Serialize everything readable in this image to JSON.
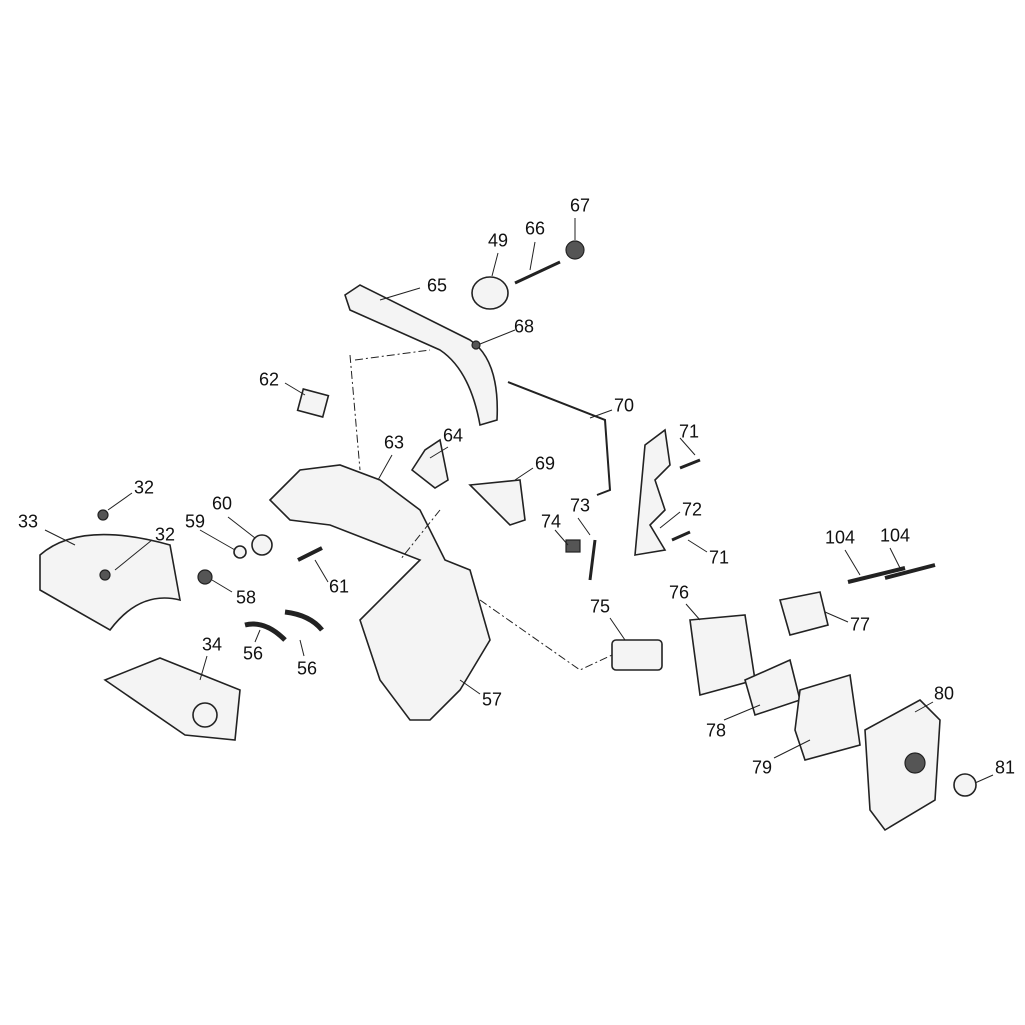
{
  "diagram": {
    "title": "Exploded parts diagram",
    "part_labels": [
      "67",
      "49",
      "66",
      "65",
      "68",
      "62",
      "70",
      "71",
      "63",
      "64",
      "69",
      "32",
      "73",
      "72",
      "33",
      "60",
      "59",
      "32",
      "74",
      "71",
      "104",
      "104",
      "58",
      "61",
      "76",
      "77",
      "75",
      "34",
      "56",
      "56",
      "57",
      "80",
      "78",
      "79",
      "81"
    ]
  }
}
